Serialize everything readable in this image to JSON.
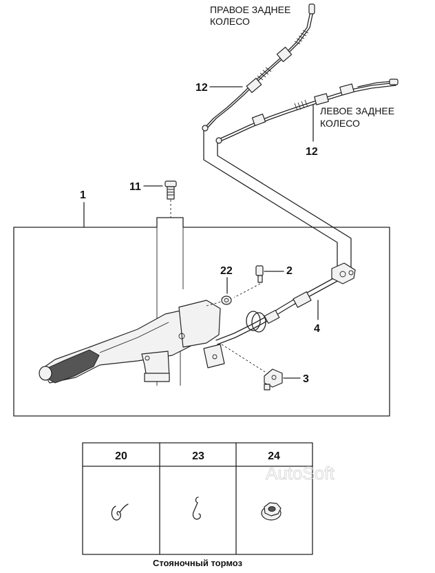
{
  "labels": {
    "right_rear_wheel_line1": "ПРАВОЕ ЗАДНЕЕ",
    "right_rear_wheel_line2": "КОЛЕСО",
    "left_rear_wheel_line1": "ЛЕВОЕ ЗАДНЕЕ",
    "left_rear_wheel_line2": "КОЛЕСО"
  },
  "callouts": {
    "c12a": "12",
    "c12b": "12",
    "c11": "11",
    "c1": "1",
    "c22": "22",
    "c2": "2",
    "c4": "4",
    "c3": "3"
  },
  "parts_table": {
    "headers": [
      "20",
      "23",
      "24"
    ],
    "icons": [
      "spring-clip-icon",
      "hook-clip-icon",
      "nut-icon"
    ]
  },
  "watermark": "AutoSoft",
  "caption": "Стояночный тормоз"
}
